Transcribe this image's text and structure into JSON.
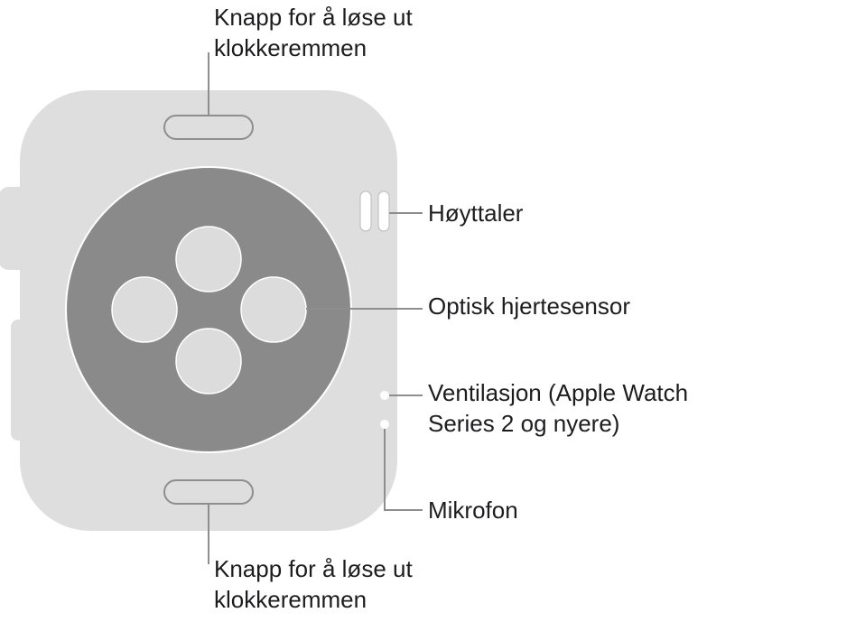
{
  "colors": {
    "case_fill": "#dedede",
    "case_stroke": "#ffffff",
    "sensor_disc": "#8a8a8a",
    "sensor_lens": "#dcdcdc",
    "leader_line": "#8e8e8e",
    "text": "#1d1d1f"
  },
  "callouts": {
    "band_release_top": {
      "line1": "Knapp for å løse ut",
      "line2": "klokkeremmen"
    },
    "speaker": {
      "line1": "Høyttaler"
    },
    "heart_sensor": {
      "line1": "Optisk hjertesensor"
    },
    "vent": {
      "line1": "Ventilasjon (Apple Watch",
      "line2": "Series 2 og nyere)"
    },
    "microphone": {
      "line1": "Mikrofon"
    },
    "band_release_bottom": {
      "line1": "Knapp for å løse ut",
      "line2": "klokkeremmen"
    }
  }
}
